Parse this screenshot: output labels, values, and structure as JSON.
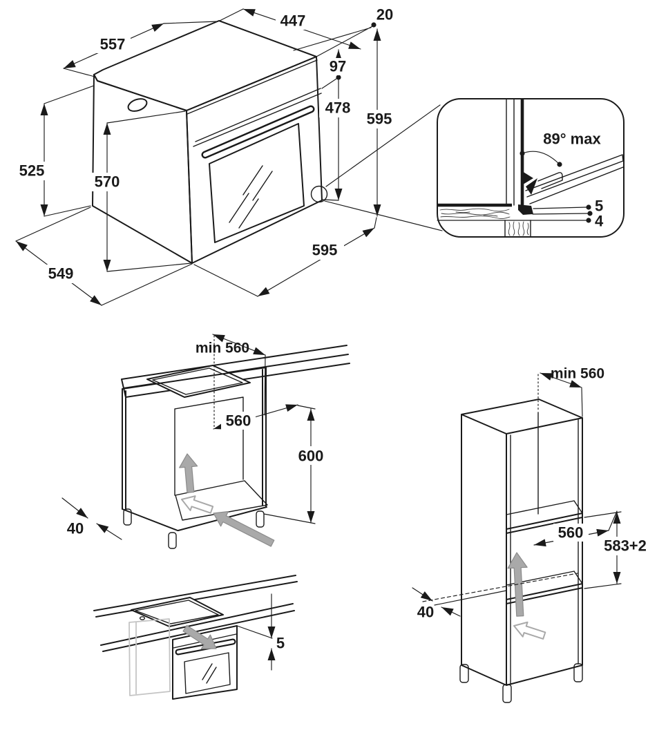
{
  "meta": {
    "ink_color": "#1a1a1a",
    "arrow_gray_color": "#a9a9a9",
    "ghost_line_color": "#c4c4c4",
    "background_color": "#ffffff"
  },
  "oven_view": {
    "top_width": "557",
    "top_depth": "447",
    "setback": "20",
    "panel_height": "97",
    "door_height": "478",
    "total_height": "595",
    "rear_height": "525",
    "front_height": "570",
    "base_depth": "549",
    "front_width": "595"
  },
  "door_detail": {
    "max_angle": "89° max",
    "ref_upper": "5",
    "ref_lower": "4"
  },
  "base_cabinet_view": {
    "min_depth": "min 560",
    "niche_width": "560",
    "niche_height": "600",
    "wall_gap": "40"
  },
  "insert_view": {
    "top_clearance": "5"
  },
  "tall_cabinet_view": {
    "min_depth": "min 560",
    "shelf_depth": "560",
    "niche_height": "583+2",
    "wall_gap": "40"
  }
}
